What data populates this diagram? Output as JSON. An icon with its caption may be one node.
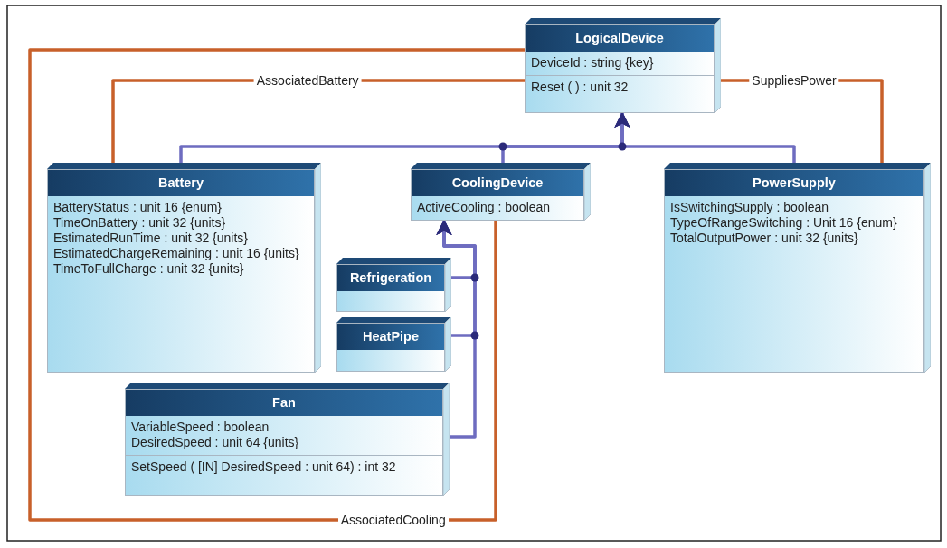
{
  "diagram": {
    "nodes": [
      {
        "text": [
          "LogicalDevice",
          "DeviceId : string {key}",
          "Reset ( ) : unit 32"
        ]
      },
      {
        "text": [
          "Battery",
          "BatteryStatus : unit 16 {enum}",
          "TimeOnBattery : unit 32 {units}",
          "EstimatedRunTime : unit 32 {units}",
          "EstimatedChargeRemaining : unit 16 {units}",
          "TimeToFullCharge : unit 32 {units}"
        ]
      },
      {
        "text": [
          "CoolingDevice",
          "ActiveCooling : boolean"
        ]
      },
      {
        "text": [
          "PowerSupply",
          "IsSwitchingSupply : boolean",
          "TypeOfRangeSwitching : Unit 16 {enum}",
          "TotalOutputPower : unit 32 {units}"
        ]
      },
      {
        "text": [
          "Refrigeration"
        ]
      },
      {
        "text": [
          "HeatPipe"
        ]
      },
      {
        "text": [
          "Fan",
          "VariableSpeed : boolean",
          "DesiredSpeed : unit 64 {units}",
          "SetSpeed ( [IN] DesiredSpeed : unit 64) : int 32"
        ]
      }
    ],
    "edges": [
      {
        "from": 1,
        "to": 0,
        "arrow": "to"
      },
      {
        "from": 2,
        "to": 0,
        "arrow": "to"
      },
      {
        "from": 3,
        "to": 0,
        "arrow": "to"
      },
      {
        "from": 4,
        "to": 2,
        "arrow": "to"
      },
      {
        "from": 5,
        "to": 2,
        "arrow": "to"
      },
      {
        "from": 6,
        "to": 2,
        "arrow": "to"
      },
      {
        "from": 0,
        "to": 1,
        "arrow": "none",
        "label": "AssociatedBattery",
        "color": "#c8602a"
      },
      {
        "from": 0,
        "to": 3,
        "arrow": "none",
        "label": "SuppliesPower",
        "color": "#c8602a"
      },
      {
        "from": 0,
        "to": 2,
        "arrow": "none",
        "label": "AssociatedCooling",
        "color": "#c8602a"
      }
    ]
  }
}
